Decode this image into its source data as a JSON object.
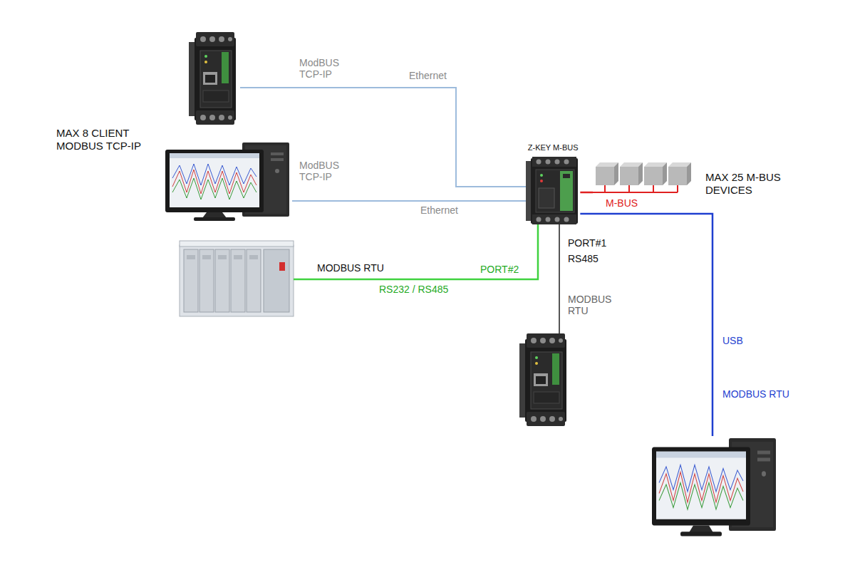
{
  "diagram": {
    "nodes": [
      {
        "text": []
      },
      {
        "text": [
          "MAX 8 CLIENT MODBUS TCP-IP"
        ]
      },
      {
        "text": [
          "Z-KEY M-BUS"
        ]
      },
      {
        "text": [
          "MAX 25 M-BUS DEVICES"
        ]
      },
      {
        "text": []
      },
      {
        "text": []
      },
      {
        "text": []
      }
    ],
    "edges": [
      {
        "from": 0,
        "to": 2,
        "arrow": "none",
        "label": "ModBUS TCP-IP"
      },
      {
        "from": 1,
        "to": 2,
        "arrow": "none",
        "label": "ModBUS TCP-IP"
      },
      {
        "from": 2,
        "to": 3,
        "arrow": "none",
        "label": "M-BUS"
      },
      {
        "from": 4,
        "to": 2,
        "arrow": "none",
        "label": "MODBUS RTU"
      },
      {
        "from": 2,
        "to": 5,
        "arrow": "none",
        "label": "MODBUS RTU"
      },
      {
        "from": 2,
        "to": 6,
        "arrow": "none",
        "label": "USB"
      }
    ],
    "labels": [
      "Ethernet",
      "Ethernet",
      "PORT#2",
      "RS232 / RS485",
      "PORT#1",
      "RS485",
      "MODBUS RTU"
    ]
  }
}
